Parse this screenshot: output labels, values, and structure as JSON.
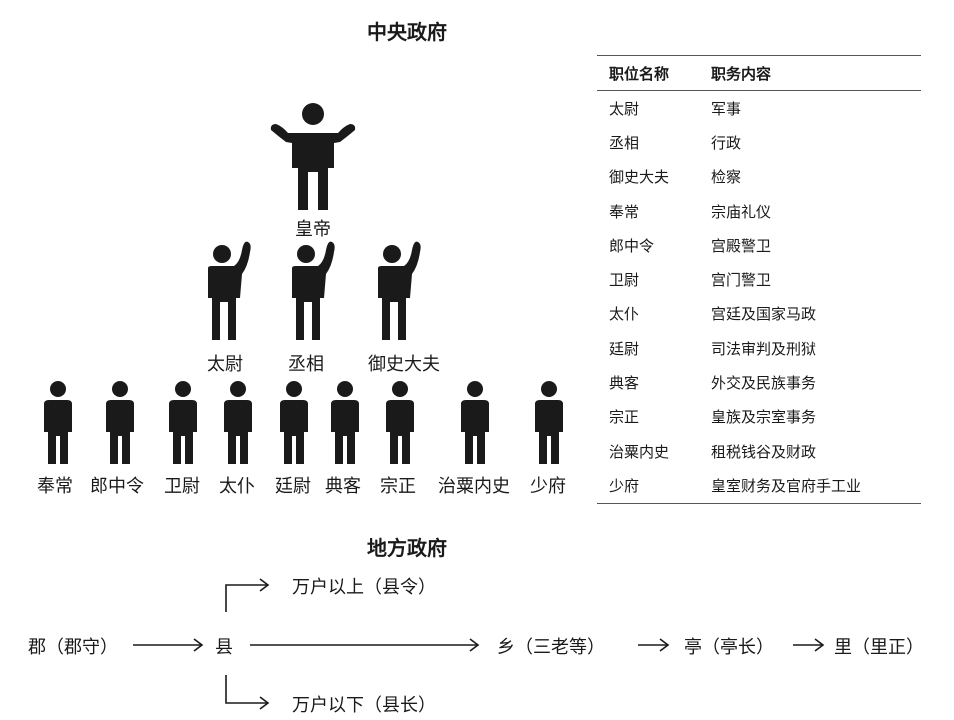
{
  "central_title": "中央政府",
  "local_title": "地方政府",
  "hierarchy": {
    "top": "皇帝",
    "ministers": [
      "太尉",
      "丞相",
      "御史大夫"
    ],
    "nine_ministers": [
      "奉常",
      "郎中令",
      "卫尉",
      "太仆",
      "廷尉",
      "典客",
      "宗正",
      "治粟内史",
      "少府"
    ]
  },
  "duties_table": {
    "headers": [
      "职位名称",
      "职务内容"
    ],
    "rows": [
      [
        "太尉",
        "军事"
      ],
      [
        "丞相",
        "行政"
      ],
      [
        "御史大夫",
        "检察"
      ],
      [
        "奉常",
        "宗庙礼仪"
      ],
      [
        "郎中令",
        "宫殿警卫"
      ],
      [
        "卫尉",
        "宫门警卫"
      ],
      [
        "太仆",
        "宫廷及国家马政"
      ],
      [
        "廷尉",
        "司法审判及刑狱"
      ],
      [
        "典客",
        "外交及民族事务"
      ],
      [
        "宗正",
        "皇族及宗室事务"
      ],
      [
        "治粟内史",
        "租税钱谷及财政"
      ],
      [
        "少府",
        "皇室财务及官府手工业"
      ]
    ]
  },
  "local": {
    "jun": "郡（郡守）",
    "xian": "县",
    "upper": "万户以上（县令）",
    "lower": "万户以下（县长）",
    "xiang": "乡（三老等）",
    "ting": "亭（亭长）",
    "li": "里（里正）"
  }
}
